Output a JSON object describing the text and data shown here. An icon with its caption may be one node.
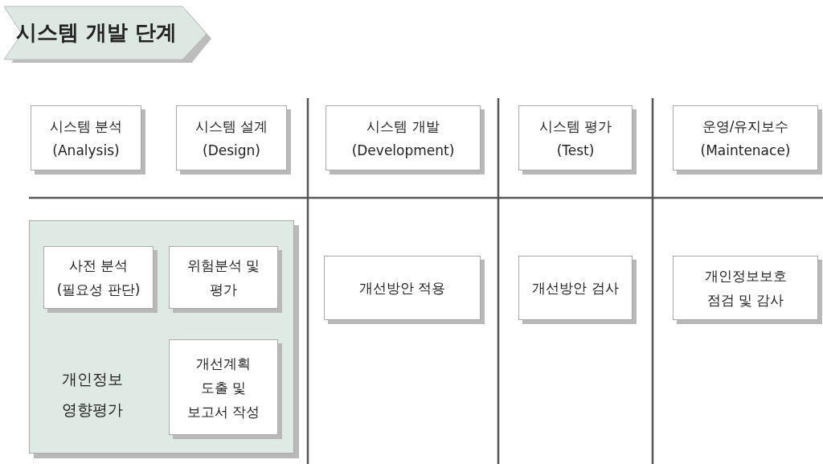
{
  "diagram": {
    "nodes": [
      {
        "text": [
          "시스템 개발 단계"
        ]
      },
      {
        "text": [
          "시스템 분석",
          "(Analysis)"
        ]
      },
      {
        "text": [
          "시스템 설계",
          "(Design)"
        ]
      },
      {
        "text": [
          "시스템 개발",
          "(Development)"
        ]
      },
      {
        "text": [
          "시스템 평가",
          "(Test)"
        ]
      },
      {
        "text": [
          "운영/유지보수",
          "(Maintenace)"
        ]
      },
      {
        "text": [
          "개인정보 영향평가"
        ]
      },
      {
        "text": [
          "사전 분석",
          "(필요성 판단)"
        ],
        "in": 6
      },
      {
        "text": [
          "위험분석 및 평가"
        ],
        "in": 6
      },
      {
        "text": [
          "개선계획 도출 및 보고서 작성"
        ],
        "in": 6
      },
      {
        "text": [
          "개선방안 적용"
        ]
      },
      {
        "text": [
          "개선방안 검사"
        ]
      },
      {
        "text": [
          "개인정보보호 점검 및 감사"
        ]
      }
    ]
  }
}
